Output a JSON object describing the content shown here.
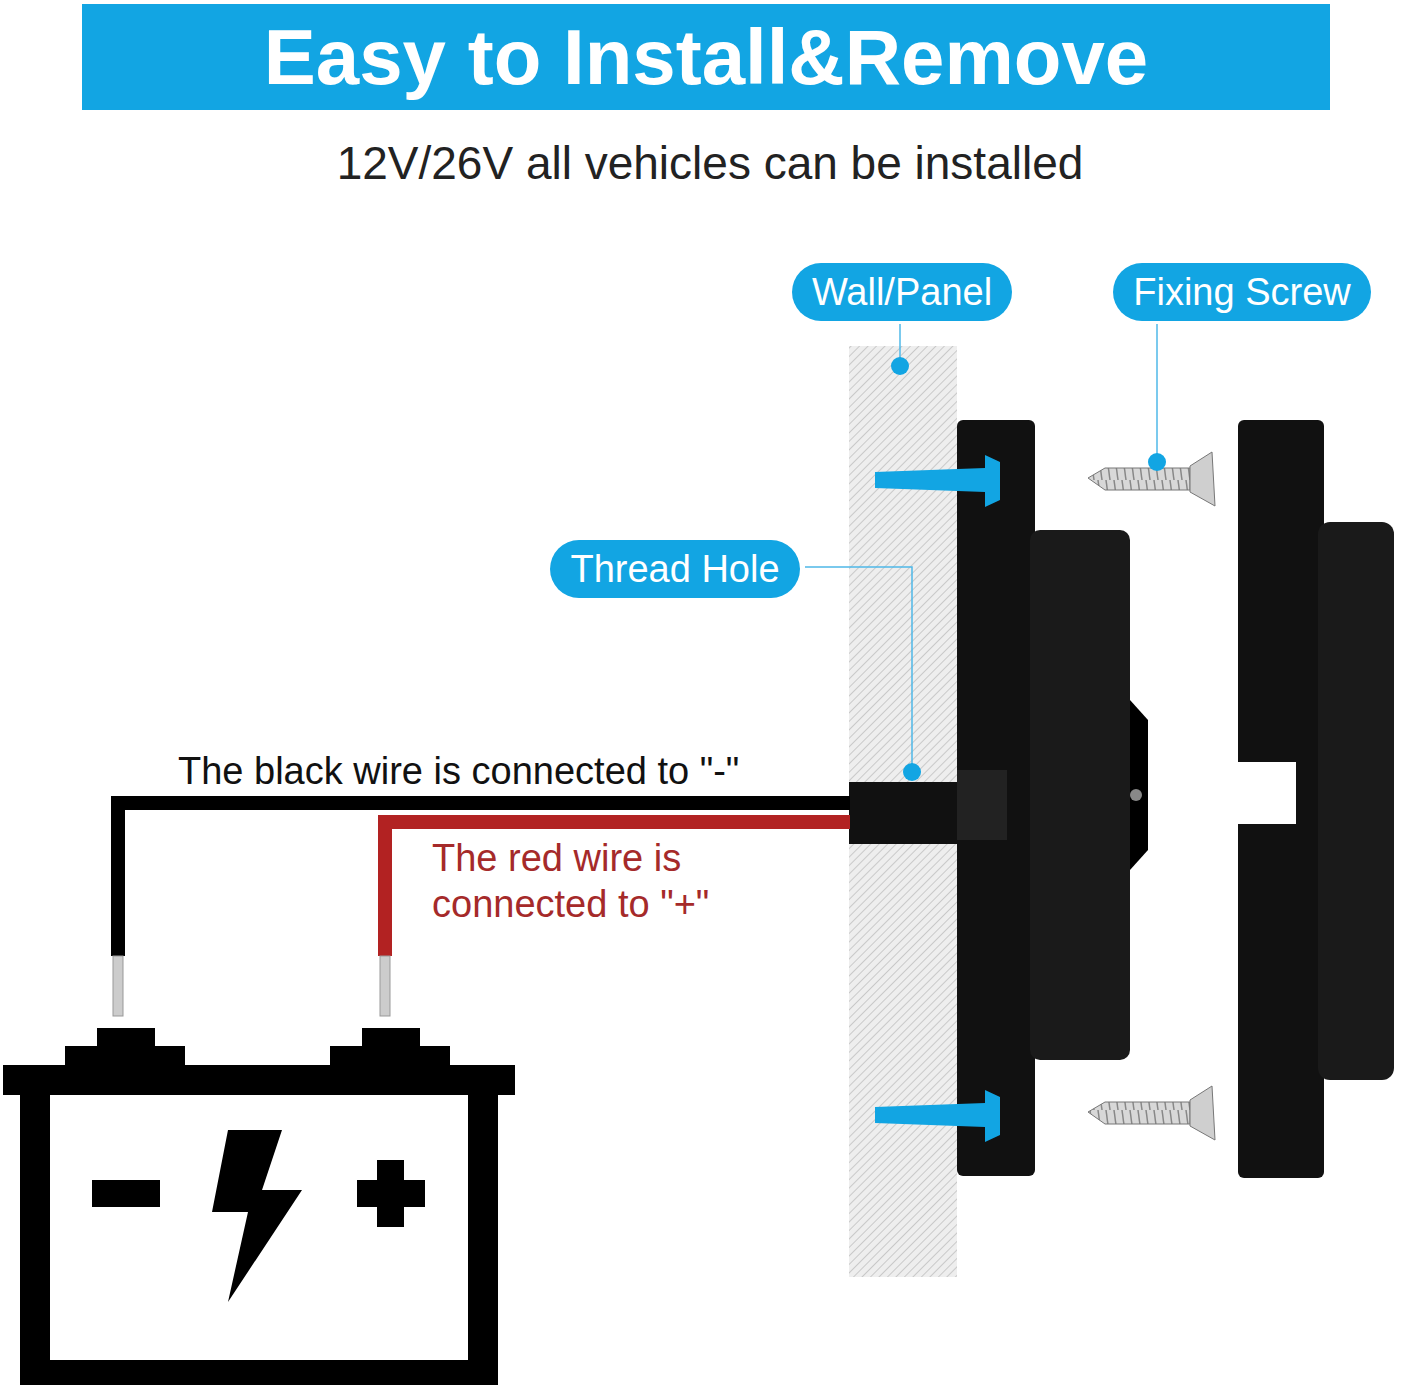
{
  "diagram": {
    "title": "Easy to Install&Remove",
    "nodes": [
      {
        "text": [
          "Wall/Panel"
        ]
      },
      {
        "text": [
          "Fixing Screw"
        ]
      },
      {
        "text": [
          "Thread Hole"
        ]
      }
    ],
    "labels": [
      "12V/26V all vehicles can be installed",
      "The black wire is connected to \"-\"",
      "The red wire is connected to \"+\""
    ]
  }
}
